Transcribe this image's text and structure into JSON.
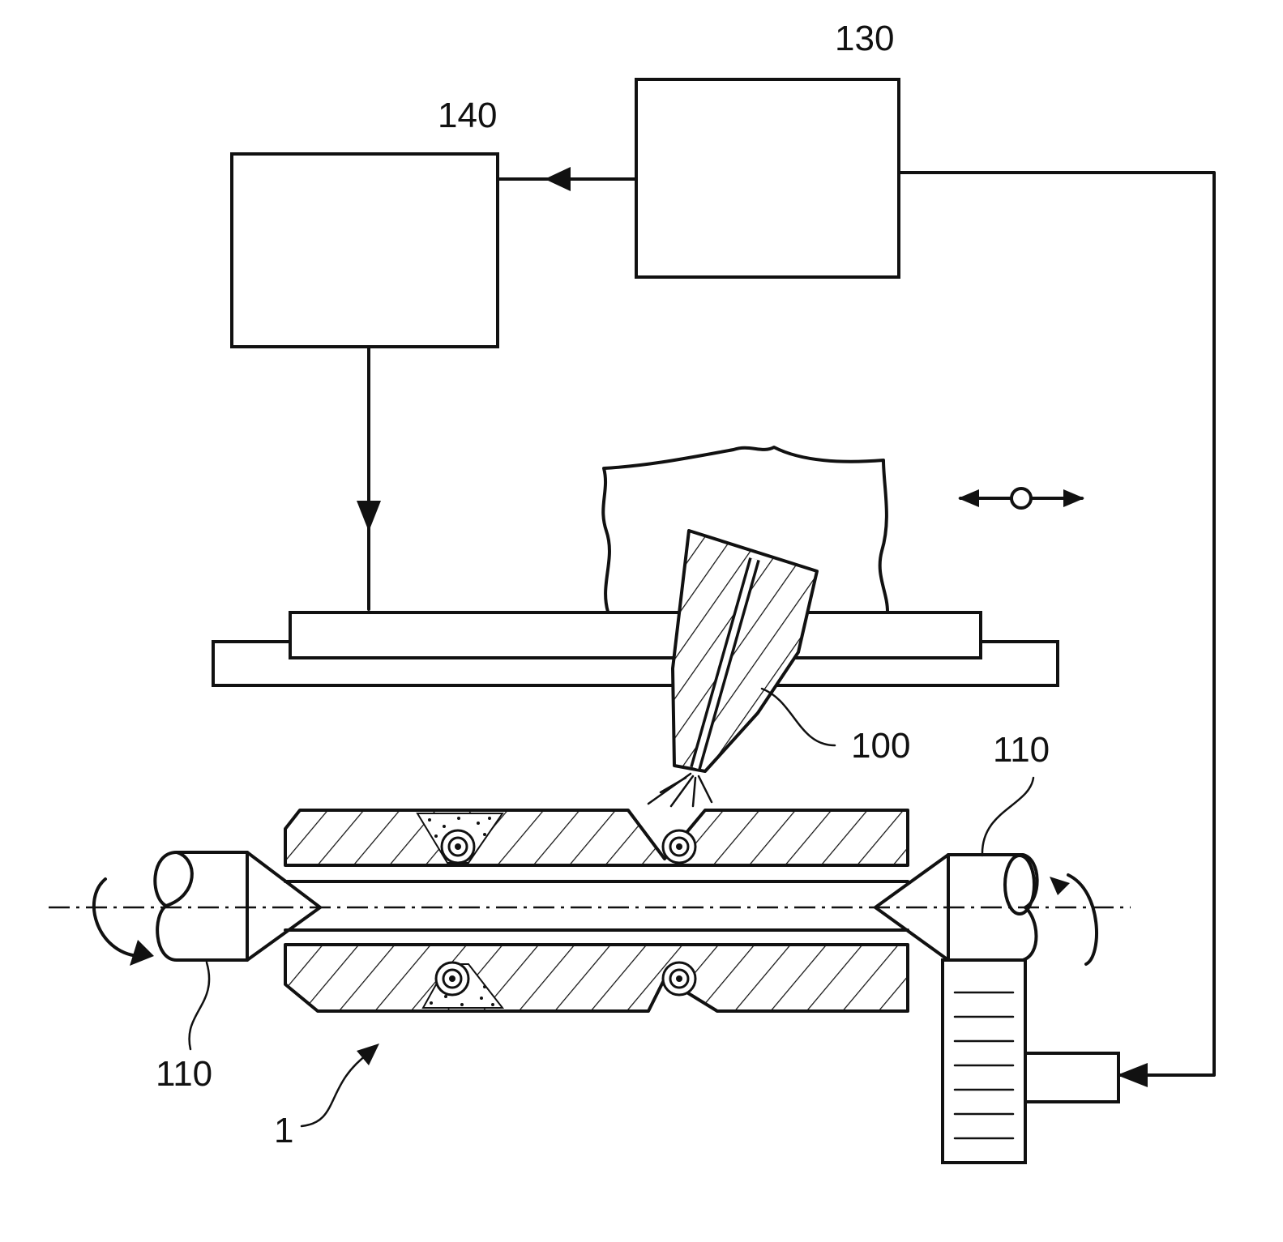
{
  "labels": {
    "ref_130": "130",
    "ref_140": "140",
    "ref_100": "100",
    "ref_110_right": "110",
    "ref_110_left": "110",
    "ref_1": "1"
  },
  "colors": {
    "ink": "#111111",
    "paper": "#ffffff"
  }
}
